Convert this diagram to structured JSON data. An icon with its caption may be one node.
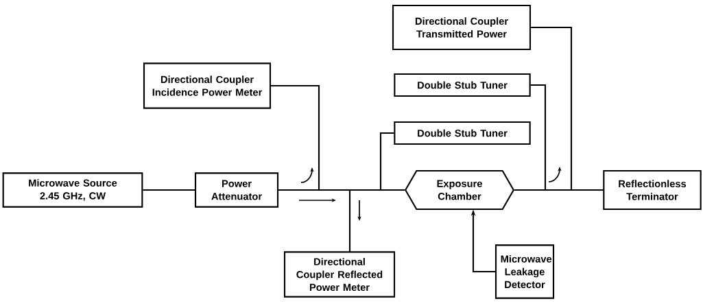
{
  "diagram": {
    "nodes": [
      {
        "text": [
          "Microwave Source 2.45 GHz, CW"
        ]
      },
      {
        "text": [
          "Power Attenuator"
        ]
      },
      {
        "text": [
          "Directional Coupler Incidence Power Meter"
        ]
      },
      {
        "text": [
          "Directional Coupler Reflected Power Meter"
        ]
      },
      {
        "text": [
          "Double Stub Tuner"
        ]
      },
      {
        "text": [
          "Double Stub Tuner"
        ]
      },
      {
        "text": [
          "Directional Coupler Transmitted Power"
        ]
      },
      {
        "text": [
          "Exposure Chamber"
        ]
      },
      {
        "text": [
          "Microwave Leakage Detector"
        ]
      },
      {
        "text": [
          "Reflectionless Terminator"
        ]
      }
    ],
    "edges": [
      {
        "from": 0,
        "to": 1,
        "arrow": "none"
      },
      {
        "from": 1,
        "to": 7,
        "arrow": "none"
      },
      {
        "from": 2,
        "to": 7,
        "arrow": "none"
      },
      {
        "from": 3,
        "to": 7,
        "arrow": "none"
      },
      {
        "from": 4,
        "to": 7,
        "arrow": "none"
      },
      {
        "from": 7,
        "to": 9,
        "arrow": "none"
      },
      {
        "from": 5,
        "to": 9,
        "arrow": "none"
      },
      {
        "from": 6,
        "to": 9,
        "arrow": "none"
      },
      {
        "from": 8,
        "to": 7,
        "arrow": "to"
      }
    ]
  }
}
